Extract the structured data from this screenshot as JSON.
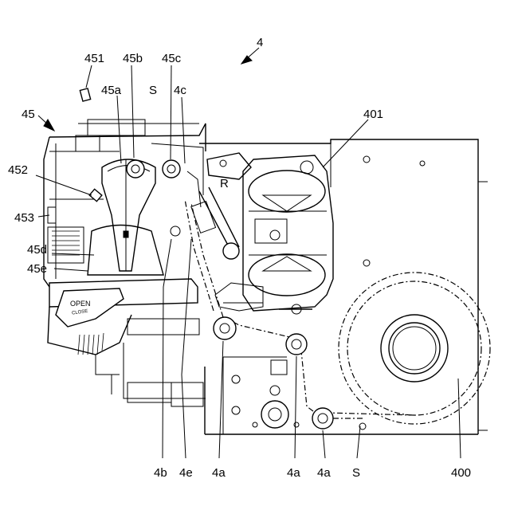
{
  "labels": {
    "l4": "4",
    "l451": "451",
    "l45b": "45b",
    "l45c": "45c",
    "l45a": "45a",
    "lS_top": "S",
    "l4c": "4c",
    "l45": "45",
    "l401": "401",
    "l452": "452",
    "lR": "R",
    "l453": "453",
    "l45d": "45d",
    "l45e": "45e",
    "lOPEN": "OPEN",
    "lCLOSE": "CLOSE",
    "l4b": "4b",
    "l4e": "4e",
    "l4a_1": "4a",
    "l4a_2": "4a",
    "l4a_3": "4a",
    "lS_bottom": "S",
    "l400": "400"
  }
}
